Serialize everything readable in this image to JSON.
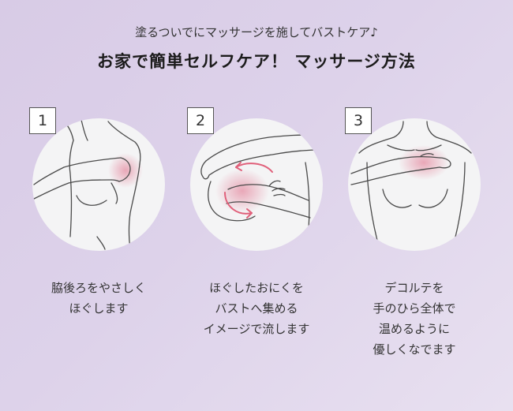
{
  "header": {
    "subtitle": "塗るついでにマッサージを施してバストケア♪",
    "title": "お家で簡単セルフケア！ マッサージ方法"
  },
  "steps": [
    {
      "number": "1",
      "lines": [
        "脇後ろをやさしく",
        "ほぐします"
      ]
    },
    {
      "number": "2",
      "lines": [
        "ほぐしたおにくを",
        "バストへ集める",
        "イメージで流します"
      ]
    },
    {
      "number": "3",
      "lines": [
        "デコルテを",
        "手のひら全体で",
        "温めるように",
        "優しくなでます"
      ]
    }
  ],
  "colors": {
    "background": "#dcd0e8",
    "circle": "#f4f4f5",
    "highlight": "#e8a3b4",
    "arrow": "#e0607a"
  }
}
